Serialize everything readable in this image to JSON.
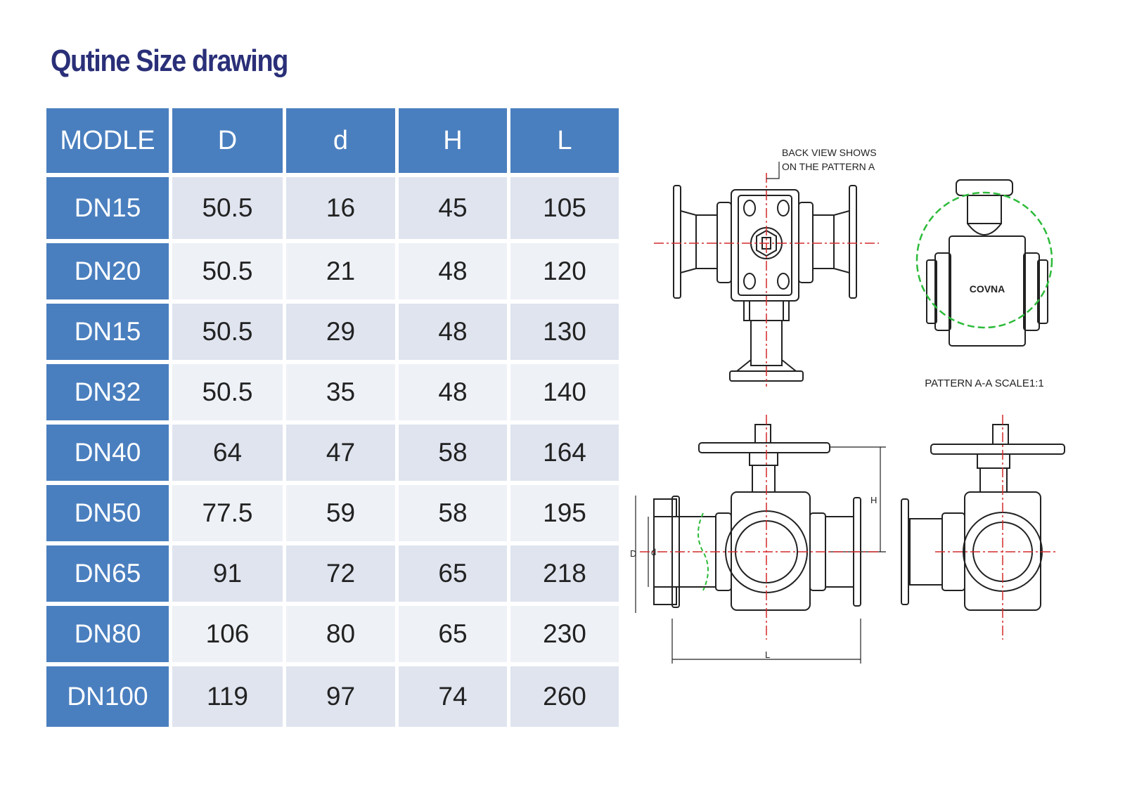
{
  "title": "Qutine Size drawing",
  "table": {
    "headers": [
      "MODLE",
      "D",
      "d",
      "H",
      "L"
    ],
    "rows": [
      {
        "model": "DN15",
        "D": "50.5",
        "d": "16",
        "H": "45",
        "L": "105"
      },
      {
        "model": "DN20",
        "D": "50.5",
        "d": "21",
        "H": "48",
        "L": "120"
      },
      {
        "model": "DN15",
        "D": "50.5",
        "d": "29",
        "H": "48",
        "L": "130"
      },
      {
        "model": "DN32",
        "D": "50.5",
        "d": "35",
        "H": "48",
        "L": "140"
      },
      {
        "model": "DN40",
        "D": "64",
        "d": "47",
        "H": "58",
        "L": "164"
      },
      {
        "model": "DN50",
        "D": "77.5",
        "d": "59",
        "H": "58",
        "L": "195"
      },
      {
        "model": "DN65",
        "D": "91",
        "d": "72",
        "H": "65",
        "L": "218"
      },
      {
        "model": "DN80",
        "D": "106",
        "d": "80",
        "H": "65",
        "L": "230"
      },
      {
        "model": "DN100",
        "D": "119",
        "d": "97",
        "H": "74",
        "L": "260"
      }
    ]
  },
  "drawing": {
    "note_line1": "BACK VIEW SHOWS",
    "note_line2": "ON THE PATTERN A",
    "brand": "COVNA",
    "pattern_label": "PATTERN A-A  SCALE1:1",
    "dim_H": "H",
    "dim_L": "L",
    "dim_D": "D",
    "dim_d": "d"
  },
  "colors": {
    "header_bg": "#4a7fbf",
    "title_color": "#2a2f78",
    "row_odd": "#dfe4ef",
    "row_even": "#eef1f6",
    "centerline_red": "#d42a2a",
    "pattern_circle_green": "#2dbb3a"
  }
}
